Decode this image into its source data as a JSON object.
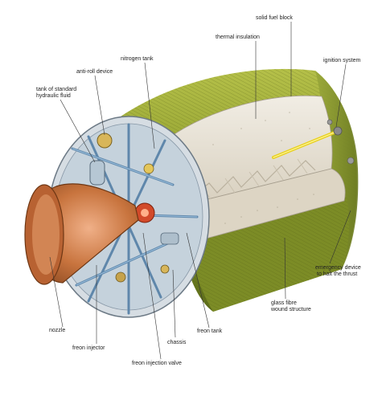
{
  "labels": {
    "solid_fuel_block": "solid fuel block",
    "thermal_insulation": "thermal insulation",
    "ignition_system": "ignition system",
    "nitrogen_tank": "nitrogen tank",
    "anti_roll_device": "anti-roll device",
    "tank_hydraulic_1": "tank of standard",
    "tank_hydraulic_2": "hydraulic fluid",
    "emergency_device_1": "emergency device",
    "emergency_device_2": "to halt the thrust",
    "glass_fibre_1": "glass fibre",
    "glass_fibre_2": "wound structure",
    "nozzle": "nozzle",
    "freon_injector": "freon injector",
    "freon_tank": "freon tank",
    "chassis": "chassis",
    "freon_injection_valve": "freon injection valve"
  },
  "colors": {
    "casing_green": "#8a9a2c",
    "fuel_grain": "#e8e2d6",
    "nozzle_copper": "#c8743e",
    "frame_blue": "#7fa6c8",
    "igniter_yellow": "#e8d020"
  }
}
